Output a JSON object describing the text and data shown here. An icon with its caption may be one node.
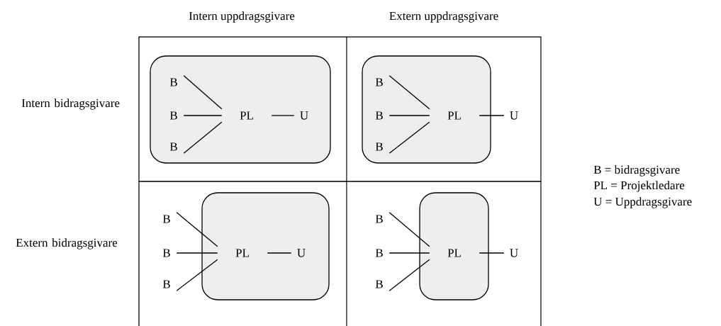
{
  "diagram": {
    "nodes": [
      {
        "text": [],
        "shape": "box"
      },
      {
        "text": [
          "B"
        ],
        "in": 0
      },
      {
        "text": [
          "B"
        ],
        "in": 0
      },
      {
        "text": [
          "B"
        ],
        "in": 0
      },
      {
        "text": [
          "PL"
        ],
        "in": 0
      },
      {
        "text": [
          "U"
        ],
        "in": 0
      },
      {
        "text": [],
        "shape": "box"
      },
      {
        "text": [
          "B"
        ],
        "in": 6
      },
      {
        "text": [
          "B"
        ],
        "in": 6
      },
      {
        "text": [
          "B"
        ],
        "in": 6
      },
      {
        "text": [
          "PL"
        ],
        "in": 6
      },
      {
        "text": [
          "U"
        ]
      },
      {
        "text": [],
        "shape": "box"
      },
      {
        "text": [
          "B"
        ]
      },
      {
        "text": [
          "B"
        ]
      },
      {
        "text": [
          "B"
        ]
      },
      {
        "text": [
          "PL"
        ],
        "in": 12
      },
      {
        "text": [
          "U"
        ],
        "in": 12
      },
      {
        "text": [],
        "shape": "box"
      },
      {
        "text": [
          "B"
        ]
      },
      {
        "text": [
          "B"
        ]
      },
      {
        "text": [
          "B"
        ]
      },
      {
        "text": [
          "PL"
        ],
        "in": 18
      },
      {
        "text": [
          "U"
        ]
      }
    ],
    "edges": [
      {
        "from": 1,
        "to": 4,
        "arrow": "none"
      },
      {
        "from": 2,
        "to": 4,
        "arrow": "none"
      },
      {
        "from": 3,
        "to": 4,
        "arrow": "none"
      },
      {
        "from": 4,
        "to": 5,
        "arrow": "none"
      },
      {
        "from": 7,
        "to": 10,
        "arrow": "none"
      },
      {
        "from": 8,
        "to": 10,
        "arrow": "none"
      },
      {
        "from": 9,
        "to": 10,
        "arrow": "none"
      },
      {
        "from": 10,
        "to": 11,
        "arrow": "none"
      },
      {
        "from": 13,
        "to": 16,
        "arrow": "none"
      },
      {
        "from": 14,
        "to": 16,
        "arrow": "none"
      },
      {
        "from": 15,
        "to": 16,
        "arrow": "none"
      },
      {
        "from": 16,
        "to": 17,
        "arrow": "none"
      },
      {
        "from": 19,
        "to": 22,
        "arrow": "none"
      },
      {
        "from": 20,
        "to": 22,
        "arrow": "none"
      },
      {
        "from": 21,
        "to": 22,
        "arrow": "none"
      },
      {
        "from": 22,
        "to": 23,
        "arrow": "none"
      }
    ],
    "labels": [
      "Intern uppdragsgivare",
      "Extern uppdragsgivare",
      "Intern bidragsgivare",
      "B = bidragsgivare",
      "PL = Projektledare",
      "U = Uppdragsgivare",
      "Extern bidragsgivare"
    ]
  }
}
